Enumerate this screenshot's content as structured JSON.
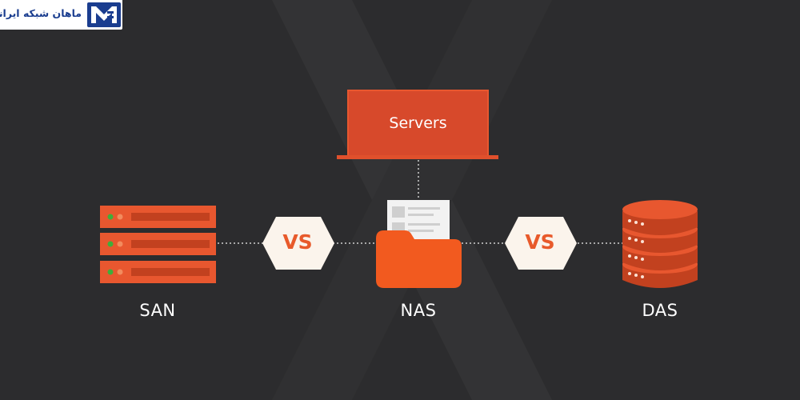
{
  "logo": {
    "text": "ماهان شبکه ایرانیان"
  },
  "diagram": {
    "servers_label": "Servers",
    "left_vs": "VS",
    "right_vs": "VS",
    "san_label": "SAN",
    "nas_label": "NAS",
    "das_label": "DAS"
  },
  "colors": {
    "background": "#2c2c2e",
    "accent": "#e8572f",
    "accent_dark": "#c2411f",
    "vs_bg": "#fbf4ec",
    "indicator_green": "#3fae3a",
    "logo_blue": "#1a3d8f"
  }
}
